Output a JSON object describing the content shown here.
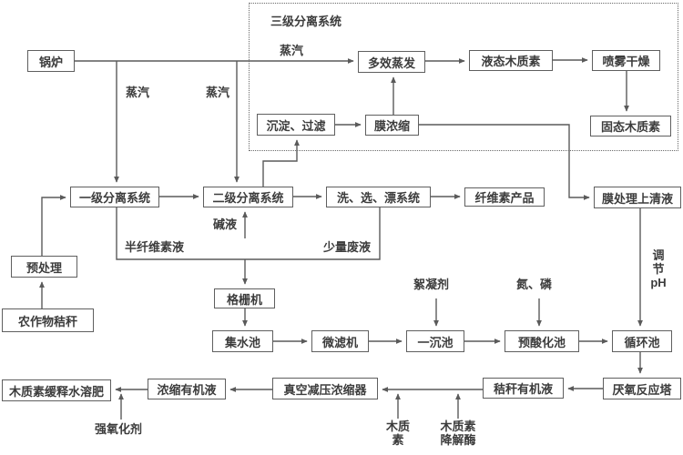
{
  "diagram": {
    "title": "三级分离系统",
    "nodes": {
      "boiler": "锅炉",
      "multi_effect_evaporation": "多效蒸发",
      "liquid_lignin": "液态木质素",
      "spray_drying": "喷雾干燥",
      "sedimentation_filtration": "沉淀、过滤",
      "membrane_concentration": "膜浓缩",
      "solid_lignin": "固态木质素",
      "primary_separation": "一级分离系统",
      "secondary_separation": "二级分离系统",
      "wash_select_bleach": "洗、选、漂系统",
      "cellulose_product": "纤维素产品",
      "membrane_supernatant": "膜处理上清液",
      "pretreatment": "预处理",
      "crop_straw": "农作物秸秆",
      "grid_machine": "格栅机",
      "collecting_tank": "集水池",
      "microfiltration": "微滤机",
      "primary_sedimentation_tank": "一沉池",
      "pre_acidification_tank": "预酸化池",
      "circulation_tank": "循环池",
      "anaerobic_reactor": "厌氧反应塔",
      "straw_organic_liquid": "秸秆有机液",
      "vacuum_concentrator": "真空减压浓缩器",
      "concentrated_organic_liquid": "浓缩有机液",
      "lignin_fertilizer": "木质素缓释水溶肥"
    },
    "labels": {
      "steam_boiler_line": "蒸汽",
      "steam_primary": "蒸汽",
      "steam_secondary": "蒸汽",
      "alkali": "碱液",
      "hemicellulose_liquid": "半纤维素液",
      "small_waste_liquid": "少量废液",
      "flocculant": "絮凝剂",
      "nitrogen_phosphorus": "氮、磷",
      "adjust_ph": "调节pH",
      "strong_oxidant": "强氧化剂",
      "lignin": "木质素",
      "lignin_degrading_enzyme": "木质素降解酶"
    },
    "colors": {
      "line": "#5a5a5a",
      "box_border": "#5f5f5f",
      "text": "#3c3c3c",
      "background": "#ffffff"
    }
  }
}
